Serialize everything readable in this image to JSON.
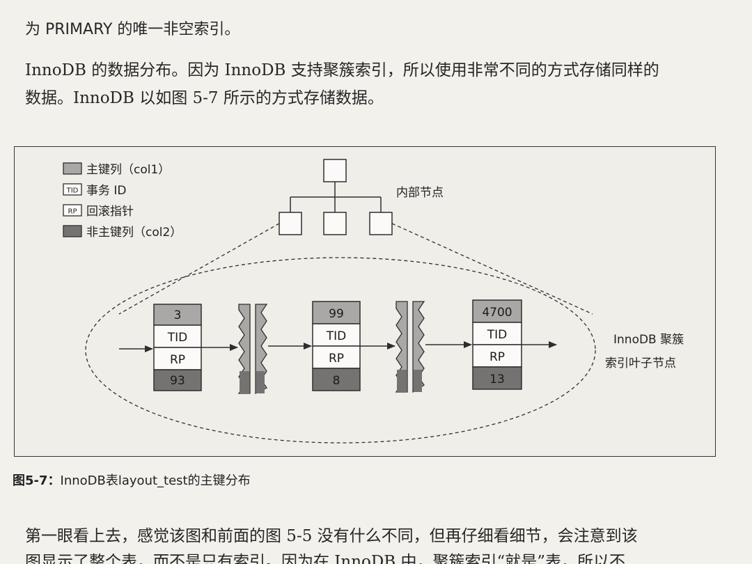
{
  "text": {
    "line_1": "为 PRIMARY 的唯一非空索引。",
    "line_2": "InnoDB 的数据分布。因为 InnoDB 支持聚簇索引，所以使用非常不同的方式存储同样的",
    "line_3": "数据。InnoDB 以如图 5-7 所示的方式存储数据。",
    "bottom_1": "第一眼看上去，感觉该图和前面的图 5-5 没有什么不同，但再仔细看细节，会注意到该",
    "bottom_2": "图显示了整个表，而不是只有索引。因为在 InnoDB 中，聚簇索引“就是”表，所以不"
  },
  "figure": {
    "legend": [
      {
        "key": "shaded",
        "label": "主键列（col1）"
      },
      {
        "key": "TID",
        "label": "事务 ID"
      },
      {
        "key": "RP",
        "label": "回滚指针"
      },
      {
        "key": "dark",
        "label": "非主键列（col2）"
      }
    ],
    "internal_label": "内部节点",
    "leaf_label_1": "InnoDB 聚簇",
    "leaf_label_2": "索引叶子节点",
    "leaf_nodes": [
      {
        "col1": "3",
        "tid": "TID",
        "rp": "RP",
        "col2": "93"
      },
      {
        "col1": "99",
        "tid": "TID",
        "rp": "RP",
        "col2": "8"
      },
      {
        "col1": "4700",
        "tid": "TID",
        "rp": "RP",
        "col2": "13"
      }
    ],
    "caption_label": "图5-7：",
    "caption_text": "InnoDB表layout_test的主键分布"
  },
  "colors": {
    "primary_col": "#aaa8a6",
    "non_primary_col": "#757372",
    "white_cell": "#fbfaf8",
    "stroke": "#2e2e2e"
  }
}
